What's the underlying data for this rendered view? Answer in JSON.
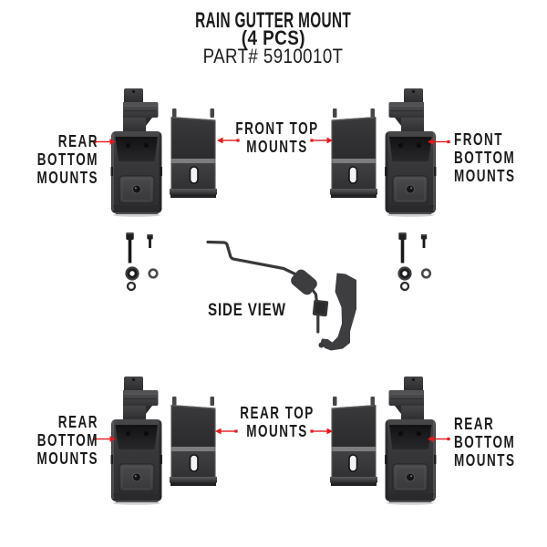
{
  "title": {
    "line1": "RAIN GUTTER MOUNT",
    "line2": "(4 PCS)",
    "line3": "PART# 5910010T"
  },
  "labels": {
    "top_left": {
      "line1": "REAR",
      "line2": "BOTTOM",
      "line3": "MOUNTS"
    },
    "top_center": {
      "line1": "FRONT TOP",
      "line2": "MOUNTS"
    },
    "top_right": {
      "line1": "FRONT",
      "line2": "BOTTOM",
      "line3": "MOUNTS"
    },
    "side_view": "SIDE VIEW",
    "bottom_left": {
      "line1": "REAR",
      "line2": "BOTTOM",
      "line3": "MOUNTS"
    },
    "bottom_center": {
      "line1": "REAR TOP",
      "line2": "MOUNTS"
    },
    "bottom_right": {
      "line1": "REAR",
      "line2": "BOTTOM",
      "line3": "MOUNTS"
    }
  },
  "parts_art": {
    "hook_bracket": "bottom-mount-bracket",
    "plate_bracket": "top-mount-plate",
    "long_bolt": "long-socket-bolt",
    "short_bolt": "short-bolt",
    "large_washer": "large-washer",
    "small_washer": "small-washer",
    "small_ring": "small-ring",
    "side_profile": "side-view-assembly-profile"
  },
  "colors": {
    "background": "#ffffff",
    "text": "#1b1b1b",
    "arrow_red": "#e51a1c",
    "bracket_dark": "#1d1d1f",
    "bracket_mid": "#3a3a3c",
    "bracket_light": "#58585a"
  }
}
